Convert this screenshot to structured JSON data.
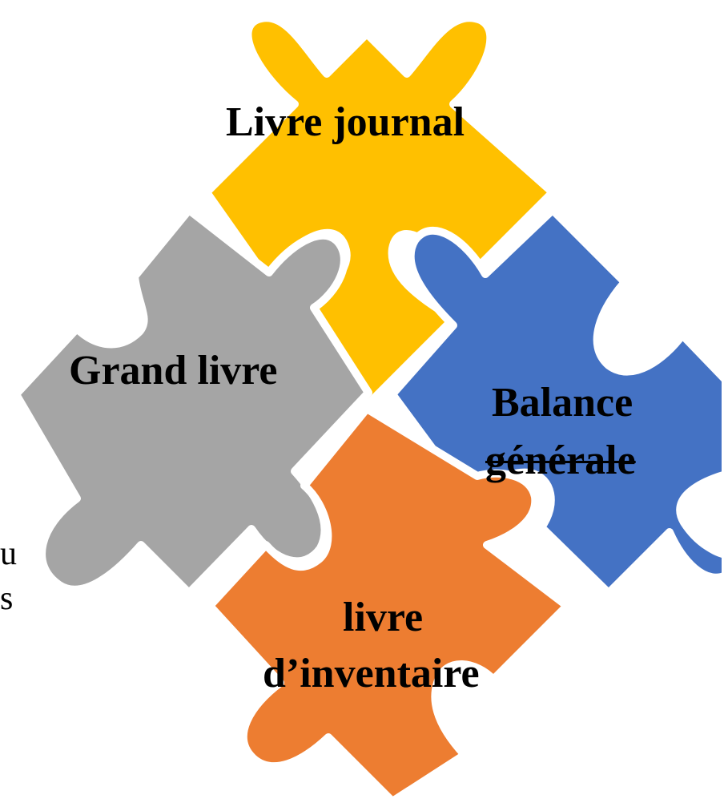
{
  "pieces": [
    {
      "id": "yellow",
      "color": "#FFC000",
      "label_lines": [
        "Livre journal"
      ]
    },
    {
      "id": "gray",
      "color": "#A5A5A5",
      "label_lines": [
        "Grand livre"
      ]
    },
    {
      "id": "blue",
      "color": "#4472C4",
      "label_lines": [
        "Balance",
        "générale"
      ]
    },
    {
      "id": "orange",
      "color": "#ED7D31",
      "label_lines": [
        "livre",
        "d’inventaire"
      ]
    }
  ],
  "edge_fragments": [
    "u",
    "s"
  ]
}
